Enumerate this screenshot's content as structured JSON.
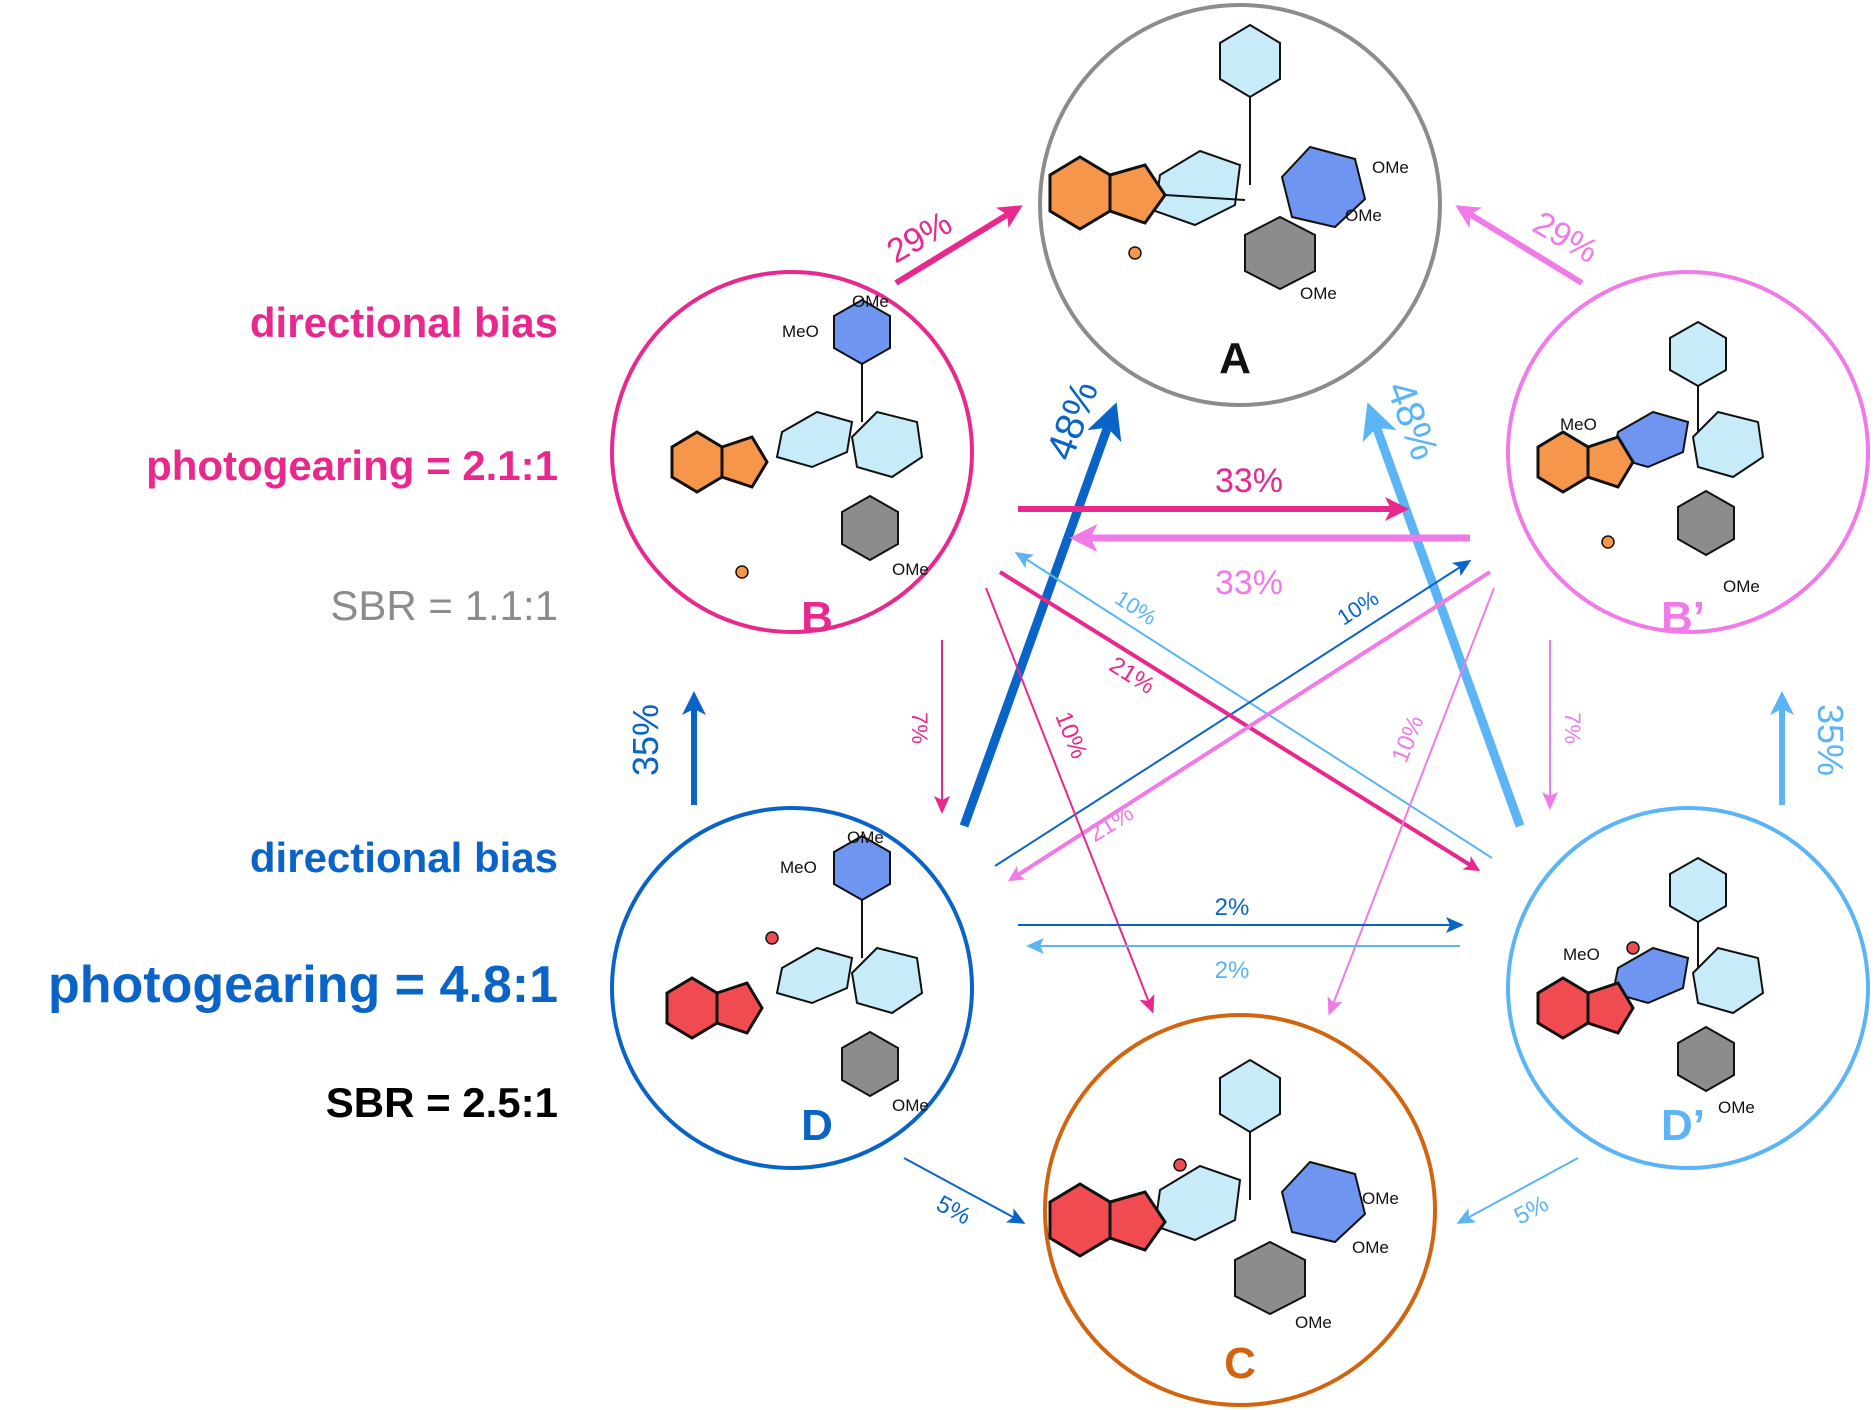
{
  "side_panel": {
    "pink_bias": "directional bias",
    "pink_photogearing": "photogearing = 2.1:1",
    "pink_sbr": "SBR = 1.1:1",
    "blue_bias": "directional bias",
    "blue_photogearing": "photogearing = 4.8:1",
    "blue_sbr": "SBR = 2.5:1"
  },
  "states": {
    "A": {
      "label": "A",
      "color": "#8c8c8c",
      "substituents": [
        "OMe",
        "OMe",
        "OMe"
      ],
      "thioindigo": "orange"
    },
    "B": {
      "label": "B",
      "color": "#e8288c",
      "substituents": [
        "MeO",
        "OMe",
        "OMe"
      ],
      "thioindigo": "orange"
    },
    "B_prime": {
      "label": "B’",
      "color": "#f07ae8",
      "substituents": [
        "MeO",
        "OMe"
      ],
      "thioindigo": "orange"
    },
    "C": {
      "label": "C",
      "color": "#d2640f",
      "substituents": [
        "OMe",
        "OMe",
        "OMe"
      ],
      "thioindigo": "red"
    },
    "D": {
      "label": "D",
      "color": "#0a64c8",
      "substituents": [
        "MeO",
        "OMe",
        "OMe"
      ],
      "thioindigo": "red"
    },
    "D_prime": {
      "label": "D’",
      "color": "#5ab4f5",
      "substituents": [
        "MeO",
        "OMe"
      ],
      "thioindigo": "red"
    }
  },
  "transitions": {
    "B_to_A": "29%",
    "Bp_to_A": "29%",
    "D_to_A": "48%",
    "Dp_to_A": "48%",
    "B_to_Bp": "33%",
    "Bp_to_B": "33%",
    "D_to_B": "35%",
    "Dp_to_Bp": "35%",
    "Dp_to_B": "10%",
    "D_to_Bp": "10%",
    "B_to_Dp": "21%",
    "Bp_to_D": "21%",
    "B_to_D": "7%",
    "Bp_to_Dp": "7%",
    "B_to_C": "10%",
    "Bp_to_C": "10%",
    "D_to_Dp": "2%",
    "Dp_to_D": "2%",
    "D_to_C": "5%",
    "Dp_to_C": "5%"
  },
  "colors": {
    "pink": "#e8288c",
    "light_pink": "#f07ae8",
    "blue": "#0a64c8",
    "light_blue": "#5ab4f5",
    "gray": "#8c8c8c",
    "orange": "#d2640f",
    "ring_orange": "#f5964b",
    "ring_red": "#f04b50",
    "ring_blue": "#6e96f0",
    "ring_lightblue": "#c8ebfa",
    "ring_gray": "#8c8c8c"
  }
}
